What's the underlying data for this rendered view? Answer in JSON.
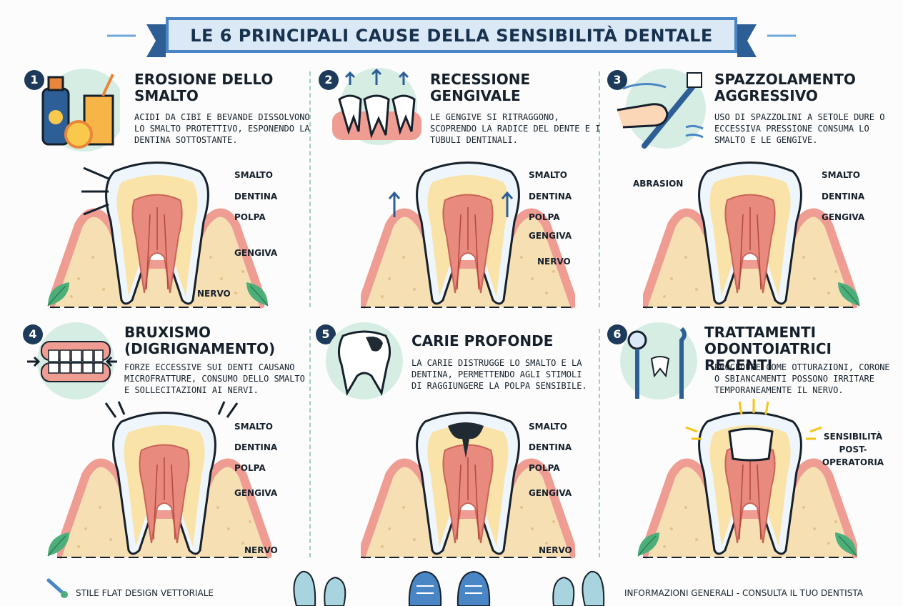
{
  "title": "LE 6 PRINCIPALI CAUSE DELLA SENSIBILITÀ DENTALE",
  "colors": {
    "ribbon": "#4a86c6",
    "ribbon_dark": "#2d5f96",
    "badge": "#1d3a5b",
    "enamel": "#ffffff",
    "dentin": "#f9e3a8",
    "pulp": "#e98a7e",
    "gum": "#ef9c93",
    "bone": "#f7dfb4",
    "circle_bg": "#d6ede4",
    "leaf": "#4caf7a"
  },
  "panels": [
    {
      "number": "1",
      "title": "EROSIONE DELLO SMALTO",
      "description": "ACIDI DA CIBI E BEVANDE DISSOLVONO LO SMALTO PROTETTIVO, ESPONENDO LA DENTINA SOTTOSTANTE.",
      "icon": "bottle-and-juice-icon",
      "labels": [
        "SMALTO",
        "DENTINA",
        "POLPA",
        "GENGIVA",
        "NERVO"
      ]
    },
    {
      "number": "2",
      "title": "RECESSIONE GENGIVALE",
      "description": "LE GENGIVE SI RITRAGGONO, SCOPRENDO LA RADICE DEL DENTE E I TUBULI DENTINALI.",
      "icon": "receding-gums-icon",
      "labels": [
        "SMALTO",
        "DENTINA",
        "POLPA",
        "GENGIVA",
        "NERVO"
      ]
    },
    {
      "number": "3",
      "title": "SPAZZOLAMENTO AGGRESSIVO",
      "description": "USO DI SPAZZOLINI A SETOLE DURE O ECCESSIVA PRESSIONE CONSUMA LO SMALTO E LE GENGIVE.",
      "icon": "toothbrush-hand-icon",
      "labels": [
        "ABRASION",
        "SMALTO",
        "DENTINA",
        "GENGIVA"
      ]
    },
    {
      "number": "4",
      "title": "BRUXISMO (DIGRIGNAMENTO)",
      "description": "FORZE ECCESSIVE SUI DENTI CAUSANO MICROFRATTURE, CONSUMO DELLO SMALTO E SOLLECITAZIONI AI NERVI.",
      "icon": "clenched-teeth-icon",
      "labels": [
        "SMALTO",
        "DENTINA",
        "POLPA",
        "GENGIVA",
        "NERVO"
      ]
    },
    {
      "number": "5",
      "title": "CARIE PROFONDE",
      "description": "LA CARIE DISTRUGGE LO SMALTO E LA DENTINA, PERMETTENDO AGLI STIMOLI DI RAGGIUNGERE LA POLPA SENSIBILE.",
      "icon": "decayed-tooth-icon",
      "labels": [
        "SMALTO",
        "DENTINA",
        "POLPA",
        "GENGIVA",
        "NERVO"
      ]
    },
    {
      "number": "6",
      "title": "TRATTAMENTI ODONTOIATRICI RECENTI",
      "description": "PROCEDURE COME OTTURAZIONI, CORONE O SBIANCAMENTI POSSONO IRRITARE TEMPORANEAMENTE IL NERVO.",
      "icon": "dental-tools-icon",
      "labels": [
        "SENSIBILITÀ POST-OPERATORIA"
      ]
    }
  ],
  "footer": {
    "left": "STILE FLAT DESIGN VETTORIALE",
    "right": "INFORMAZIONI GENERALI - CONSULTA IL TUO DENTISTA"
  }
}
